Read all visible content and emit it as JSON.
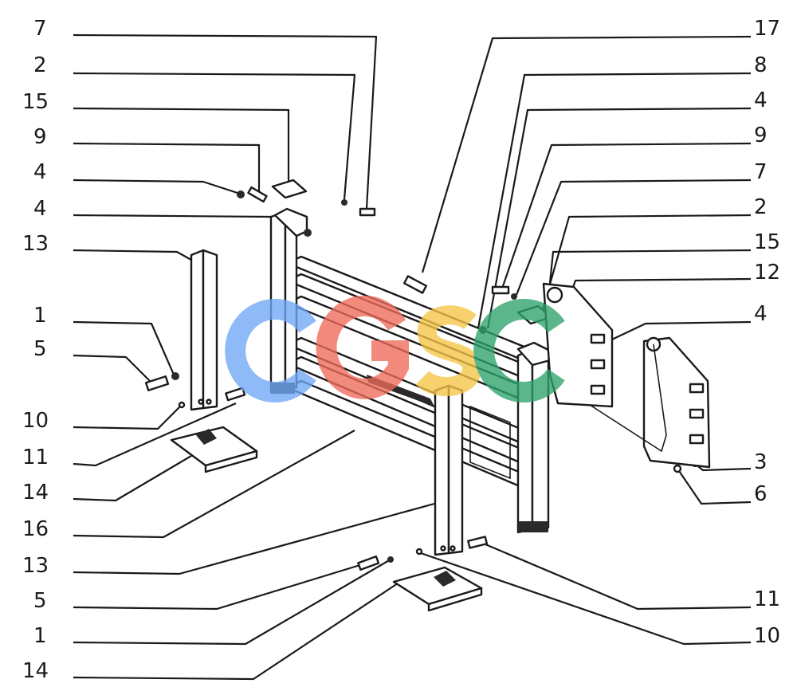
{
  "callouts_left": [
    "7",
    "2",
    "15",
    "9",
    "4",
    "4",
    "13",
    "1",
    "5",
    "10",
    "11",
    "14",
    "16",
    "13",
    "5",
    "1",
    "14"
  ],
  "callouts_right": [
    "17",
    "8",
    "4",
    "9",
    "7",
    "2",
    "15",
    "12",
    "4",
    "3",
    "6",
    "11",
    "10"
  ],
  "watermark": {
    "colors": {
      "c1": "#6fa8f5",
      "g": "#ef6b5b",
      "s": "#f6c545",
      "c2": "#2ea36b"
    }
  },
  "colors": {
    "ink": "#1a1a1a",
    "paper": "#ffffff"
  }
}
